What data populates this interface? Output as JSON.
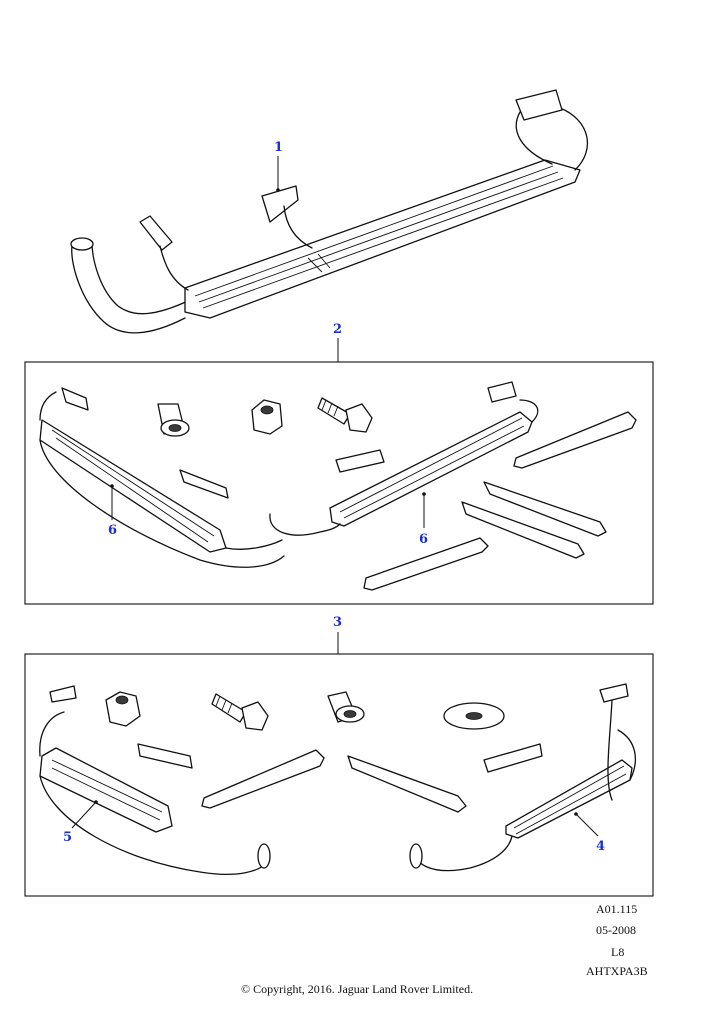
{
  "callouts": {
    "item_1": "1",
    "item_2": "2",
    "item_3": "3",
    "item_4": "4",
    "item_5": "5",
    "item_6a": "6",
    "item_6b": "6"
  },
  "meta": {
    "ref_code": "A01.115",
    "date": "05-2008",
    "level": "L8",
    "illustration_id": "AHTXPA3B",
    "copyright": "© Copyright, 2016. Jaguar Land Rover Limited."
  },
  "colors": {
    "callout": "#1a2fd0",
    "line": "#111111",
    "background": "#ffffff"
  }
}
